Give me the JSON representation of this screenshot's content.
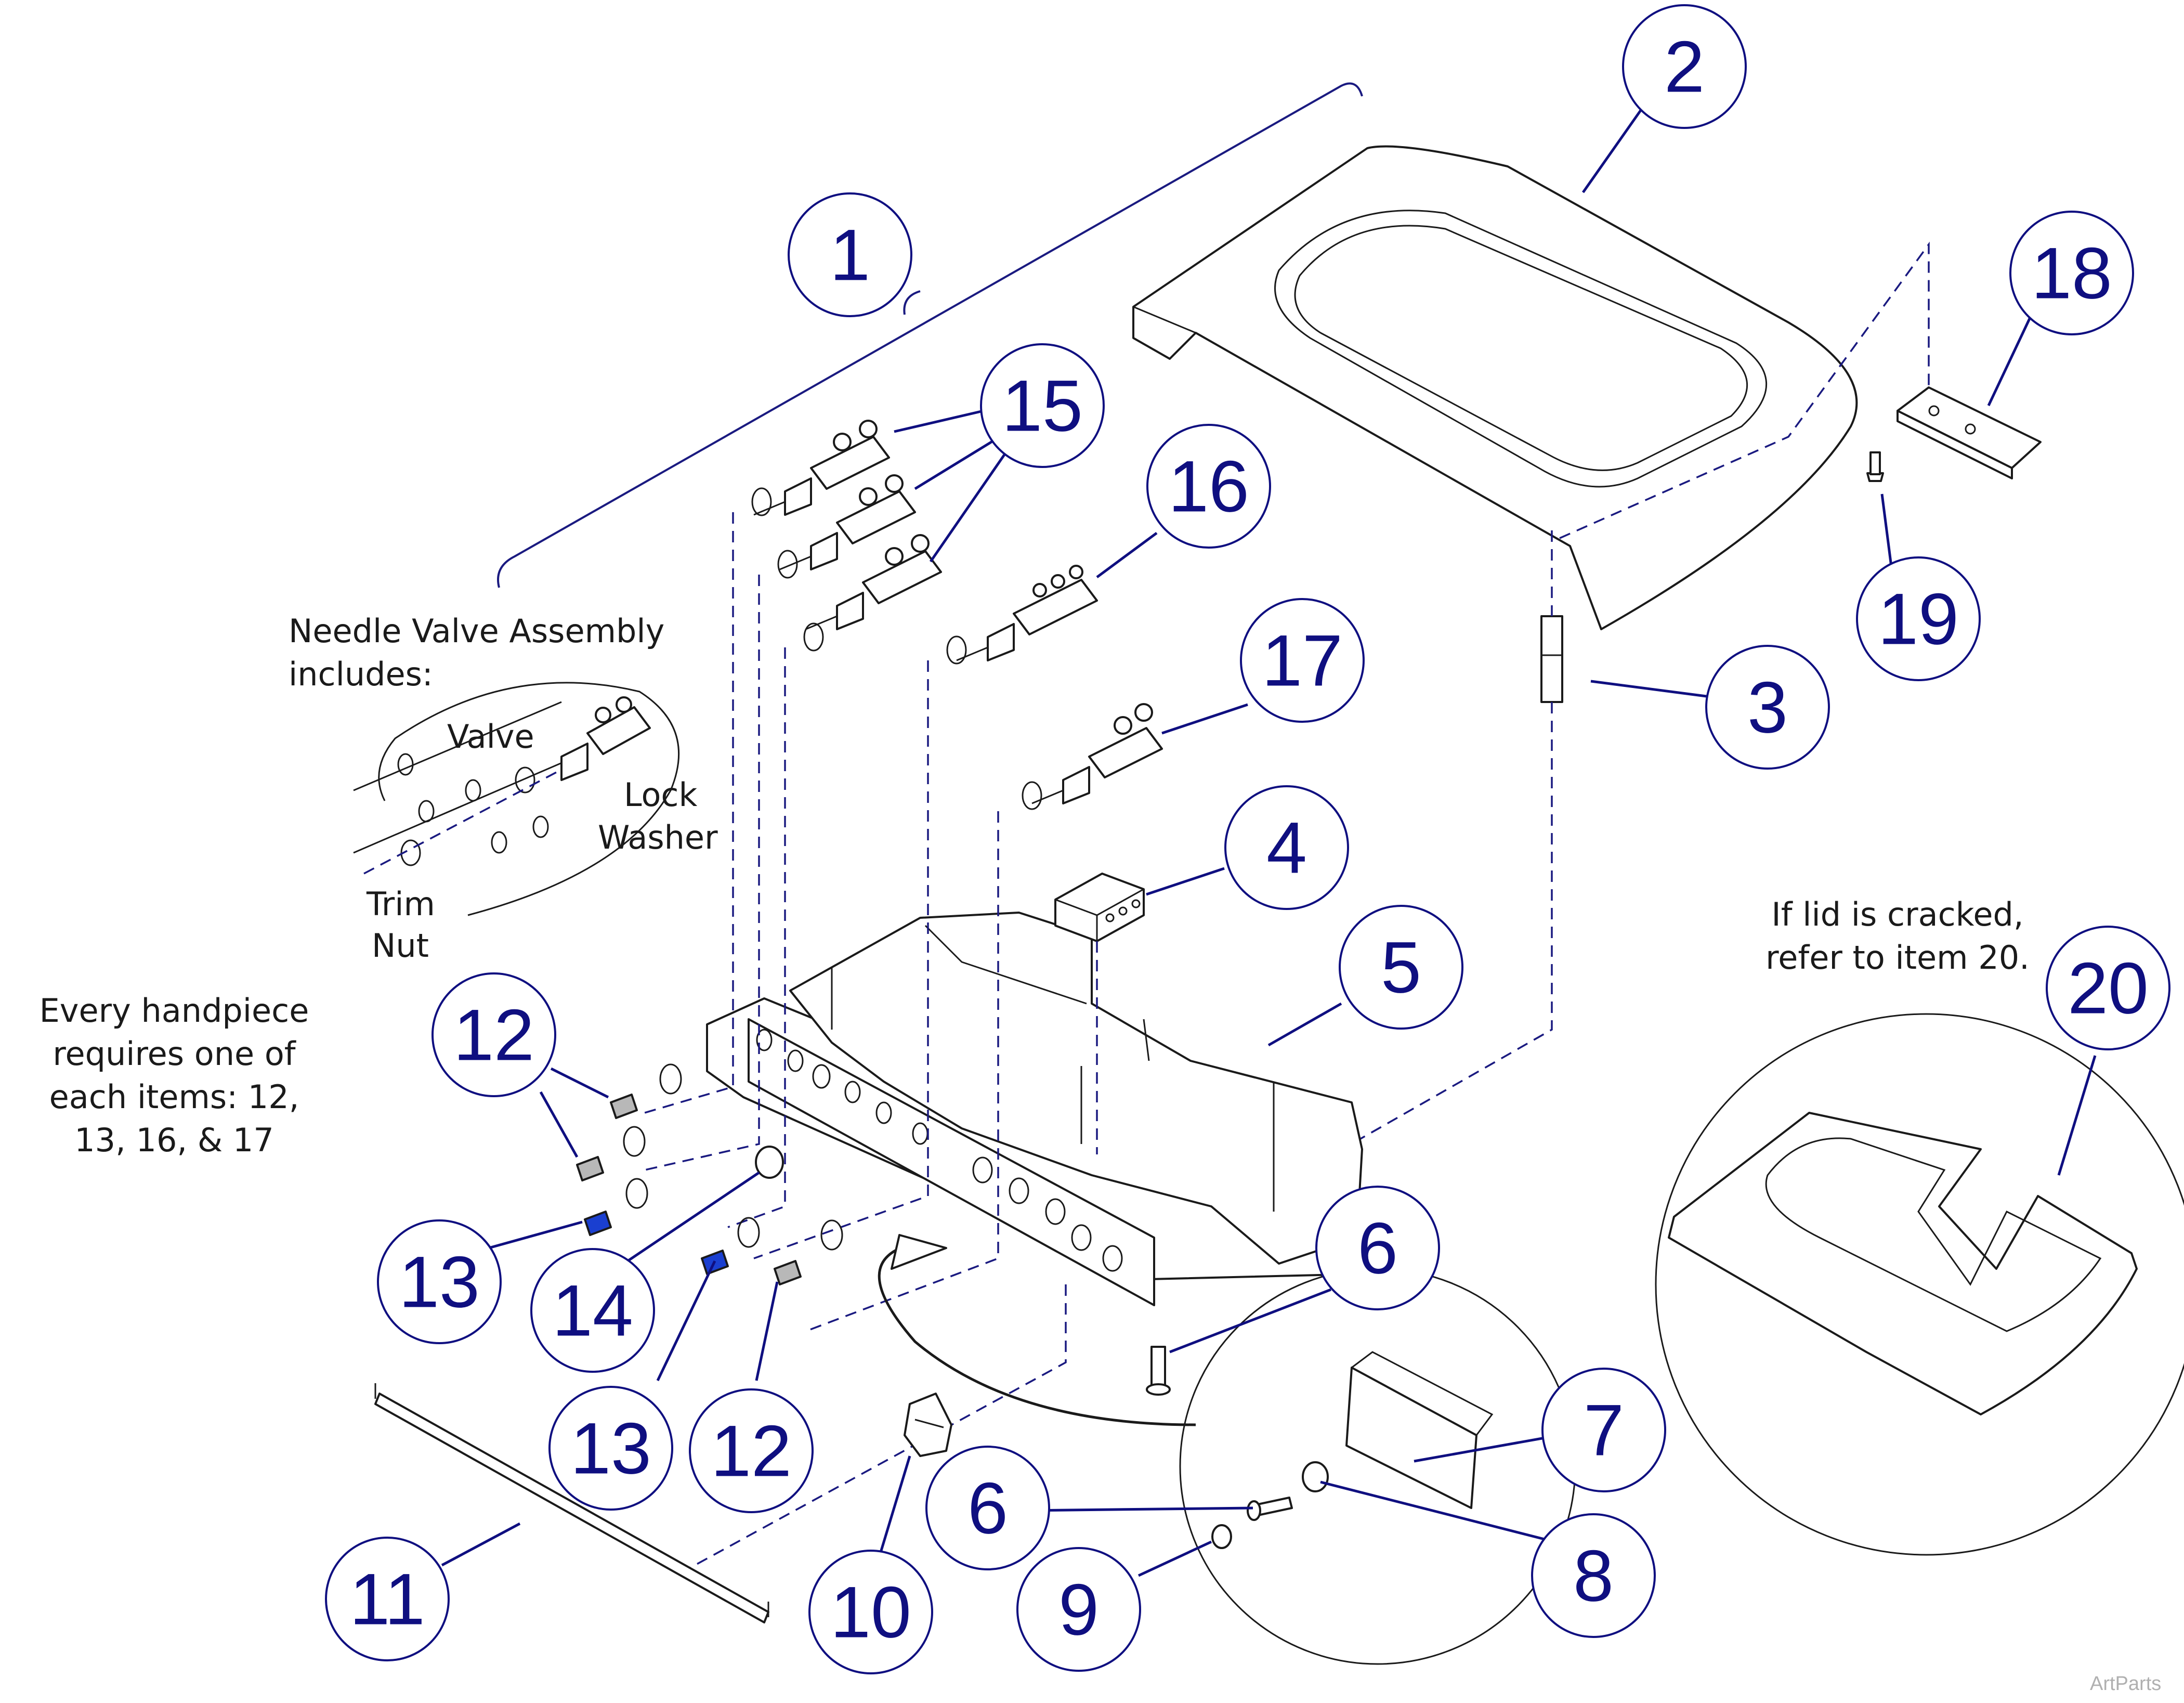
{
  "colors": {
    "callout": "#0f0f80",
    "line": "#1a1a1a",
    "spring_blue": "#1a3fd0"
  },
  "callouts": {
    "c1": "1",
    "c2": "2",
    "c3": "3",
    "c4": "4",
    "c5": "5",
    "c6a": "6",
    "c6b": "6",
    "c7": "7",
    "c8": "8",
    "c9": "9",
    "c10": "10",
    "c11": "11",
    "c12a": "12",
    "c12b": "12",
    "c13a": "13",
    "c13b": "13",
    "c14": "14",
    "c15": "15",
    "c16": "16",
    "c17": "17",
    "c18": "18",
    "c19": "19",
    "c20": "20"
  },
  "notes": {
    "needle_title_1": "Needle Valve Assembly",
    "needle_title_2": "includes:",
    "valve": "Valve",
    "lock": "Lock",
    "washer": "Washer",
    "trim": "Trim",
    "nut": "Nut",
    "handpiece_1": "Every handpiece",
    "handpiece_2": "requires one of",
    "handpiece_3": "each items: 12,",
    "handpiece_4": "13, 16, & 17",
    "cracked_1": "If lid is cracked,",
    "cracked_2": "refer to item 20."
  },
  "watermark": "ArtParts"
}
